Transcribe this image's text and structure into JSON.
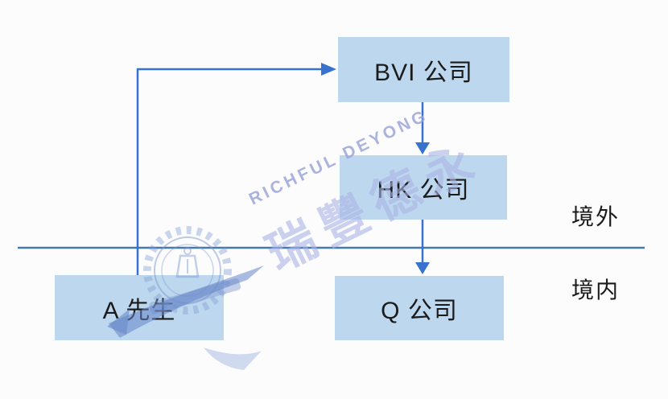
{
  "diagram": {
    "nodes": [
      {
        "id": "bvi",
        "label": "BVI 公司"
      },
      {
        "id": "hk",
        "label": "HK 公司"
      },
      {
        "id": "mr-a",
        "label": "A 先生"
      },
      {
        "id": "q",
        "label": "Q 公司"
      }
    ],
    "edges": [
      {
        "from": "mr-a",
        "to": "bvi",
        "style": "elbow-arrow"
      },
      {
        "from": "bvi",
        "to": "hk",
        "style": "straight-arrow"
      },
      {
        "from": "hk",
        "to": "q",
        "style": "straight-arrow"
      }
    ],
    "regions": {
      "offshore": "境外",
      "onshore": "境内"
    },
    "colors": {
      "background": "#fcfcfd",
      "box_fill": "#bdd7ee",
      "node_text": "#1b1b1b",
      "arrow": "#3672ce",
      "divider": "#4679ae",
      "watermark_latin": "#96a0d6",
      "watermark_cjk": "#aab4e4",
      "stamp": "#7e9ad0"
    }
  },
  "watermark": {
    "latin": "RICHFUL DEYONG",
    "chinese": "瑞豐德永",
    "stamp_icon": "richful-deyong-seal"
  }
}
